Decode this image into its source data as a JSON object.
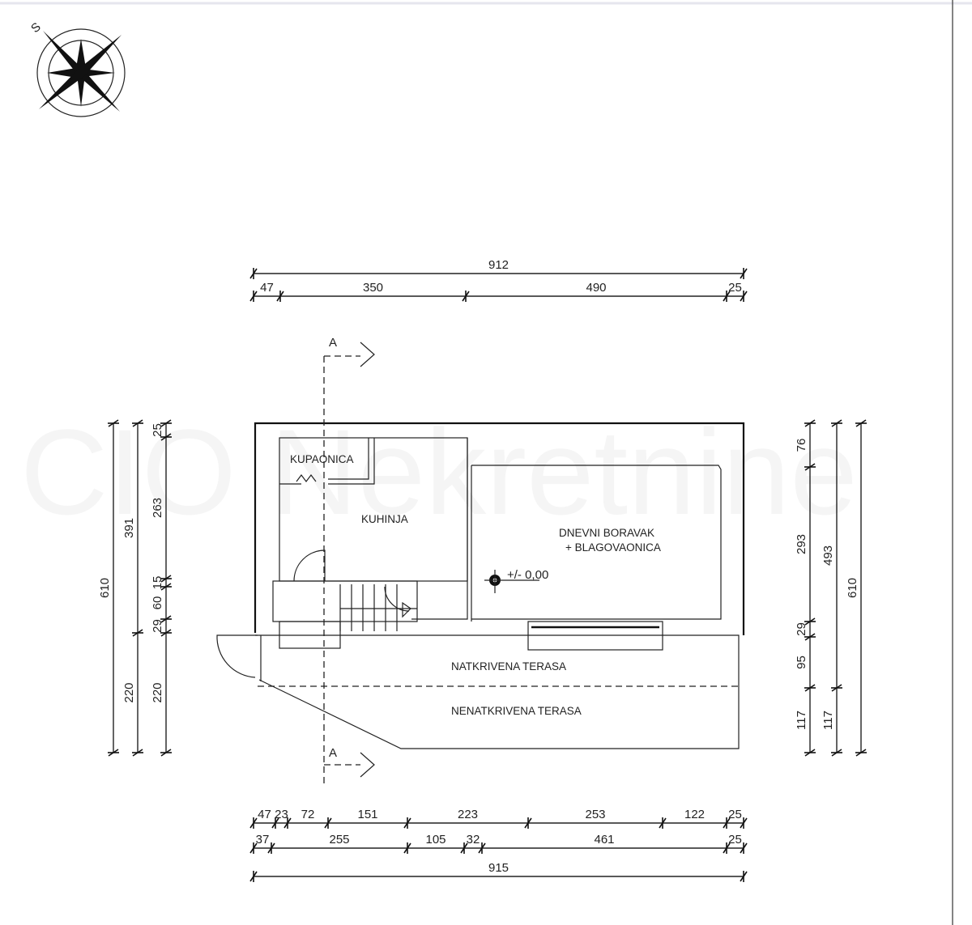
{
  "compass": {
    "label": "S"
  },
  "watermark": "CIO Nekretnine",
  "rooms": {
    "bathroom": "KUPAONICA",
    "kitchen": "KUHINJA",
    "living_1": "DNEVNI BORAVAK",
    "living_2": "+ BLAGOVAONICA",
    "covered_terrace": "NATKRIVENA TERASA",
    "open_terrace": "NENATKRIVENA TERASA"
  },
  "level_mark": "+/- 0,00",
  "section": {
    "top": "A",
    "bottom": "A"
  },
  "dims": {
    "top_total": "912",
    "top_row": [
      "47",
      "350",
      "490",
      "25"
    ],
    "left_total": "610",
    "left_mid": [
      "391",
      "220"
    ],
    "left_inner": [
      "25",
      "263",
      "15",
      "60",
      "29",
      "220"
    ],
    "right_inner": [
      "76",
      "293",
      "29",
      "95",
      "117"
    ],
    "right_mid": [
      "493",
      "117"
    ],
    "right_total": "610",
    "bottom_row1": [
      "47",
      "23",
      "72",
      "151",
      "223",
      "253",
      "122",
      "25"
    ],
    "bottom_row2": [
      "37",
      "255",
      "105",
      "32",
      "461",
      "25"
    ],
    "bottom_total": "915"
  }
}
